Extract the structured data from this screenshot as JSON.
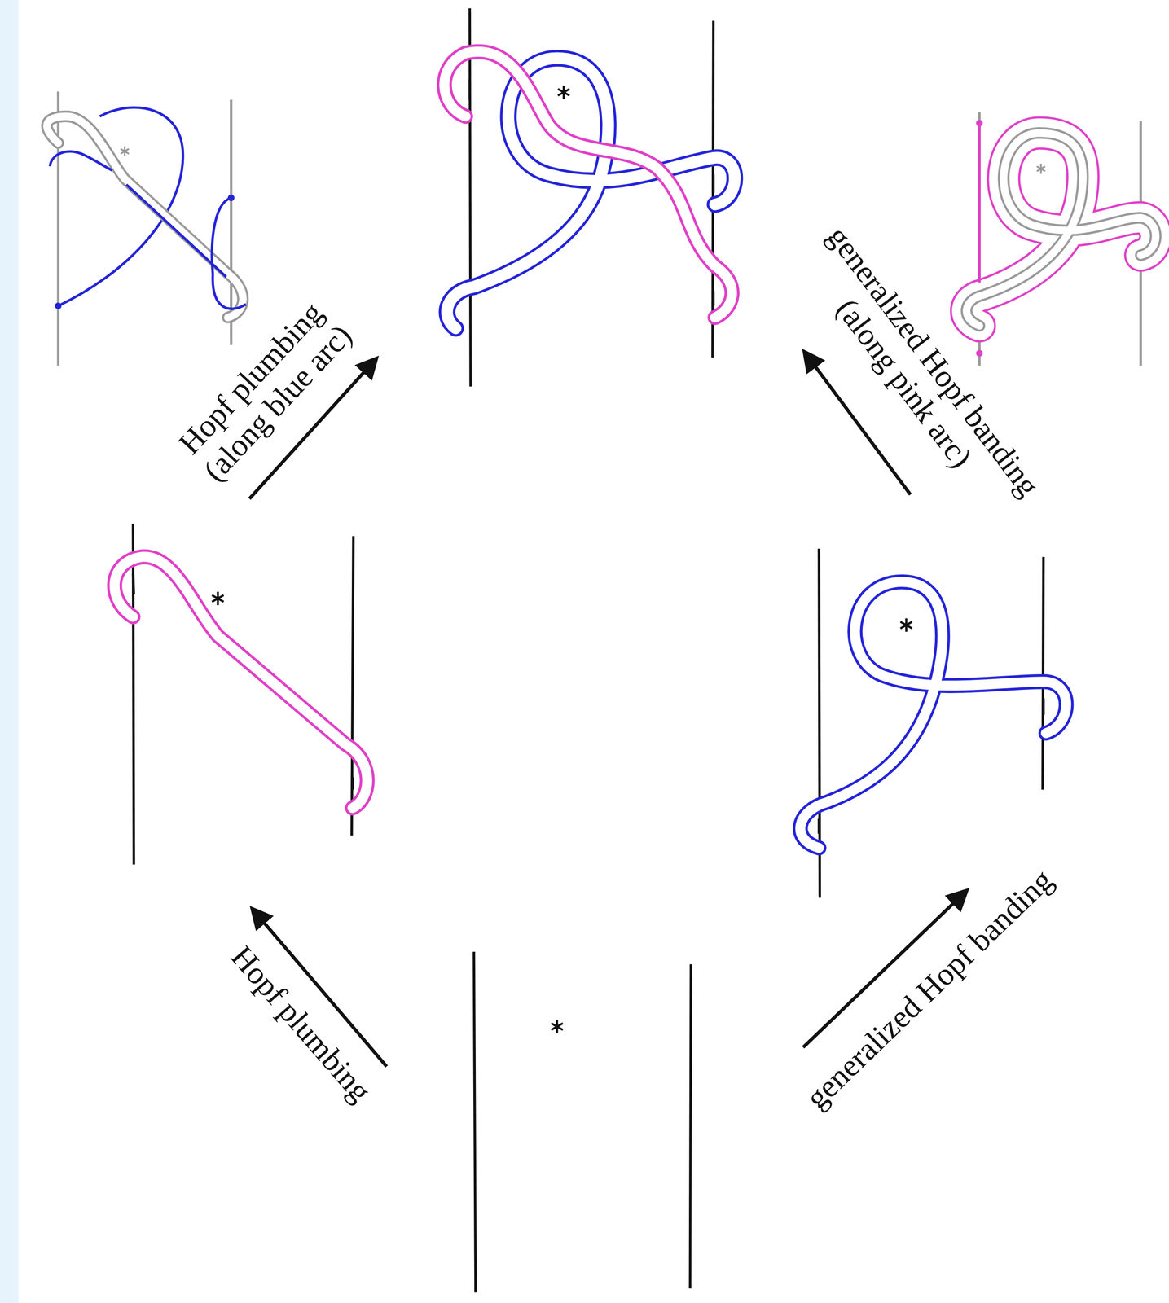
{
  "diagram": {
    "labels": [
      "Hopf plumbing (along blue arc)",
      "generalized Hopf banding (along pink arc)",
      "Hopf plumbing",
      "generalized Hopf banding"
    ]
  }
}
